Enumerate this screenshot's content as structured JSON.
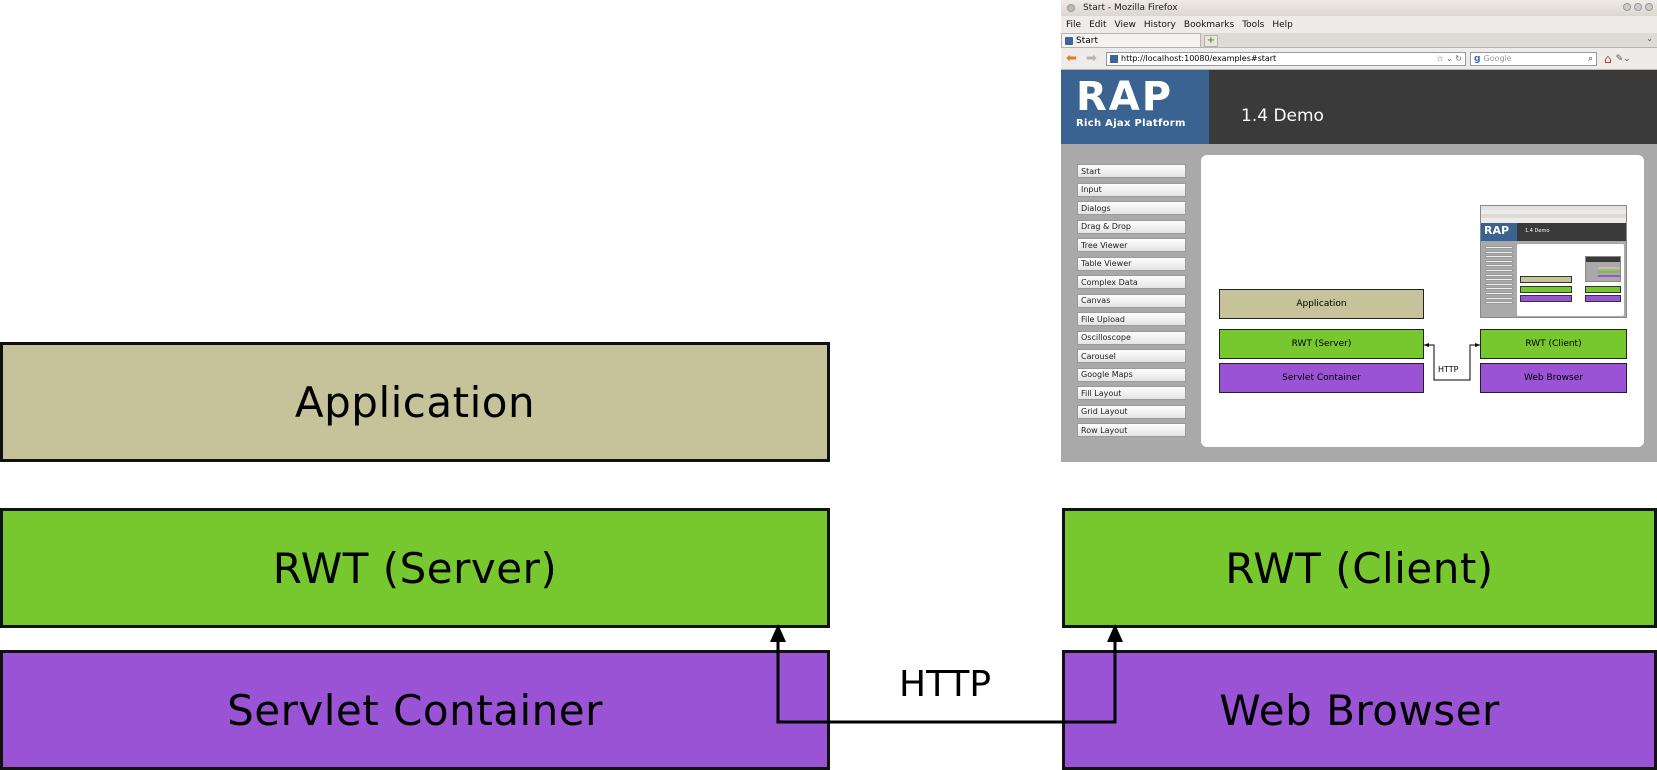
{
  "diagram": {
    "application": "Application",
    "rwt_server": "RWT (Server)",
    "servlet_container": "Servlet Container",
    "rwt_client": "RWT (Client)",
    "web_browser": "Web Browser",
    "http": "HTTP",
    "colors": {
      "application": "#c6c29a",
      "rwt": "#77c72e",
      "container": "#9b53d5"
    }
  },
  "firefox": {
    "window_title": "Start - Mozilla Firefox",
    "menu": [
      "File",
      "Edit",
      "View",
      "History",
      "Bookmarks",
      "Tools",
      "Help"
    ],
    "tab_label": "Start",
    "url": "http://localhost:10080/examples#start",
    "search_placeholder": "Google",
    "icons": {
      "back": "back-arrow-icon",
      "forward": "forward-arrow-icon",
      "home": "home-icon",
      "new_tab": "plus-icon"
    }
  },
  "rap": {
    "logo_big": "RAP",
    "logo_small": "Rich Ajax Platform",
    "demo_title": "1.4 Demo",
    "nav_items": [
      "Start",
      "Input",
      "Dialogs",
      "Drag & Drop",
      "Tree Viewer",
      "Table Viewer",
      "Complex Data",
      "Canvas",
      "File Upload",
      "Oscilloscope",
      "Carousel",
      "Google Maps",
      "Fill Layout",
      "Grid Layout",
      "Row Layout"
    ],
    "panel": {
      "application": "Application",
      "rwt_server": "RWT (Server)",
      "servlet_container": "Servlet Container",
      "rwt_client": "RWT (Client)",
      "web_browser": "Web Browser",
      "http": "HTTP"
    },
    "thumb": {
      "logo": "RAP",
      "demo_title": "1.4 Demo"
    }
  }
}
